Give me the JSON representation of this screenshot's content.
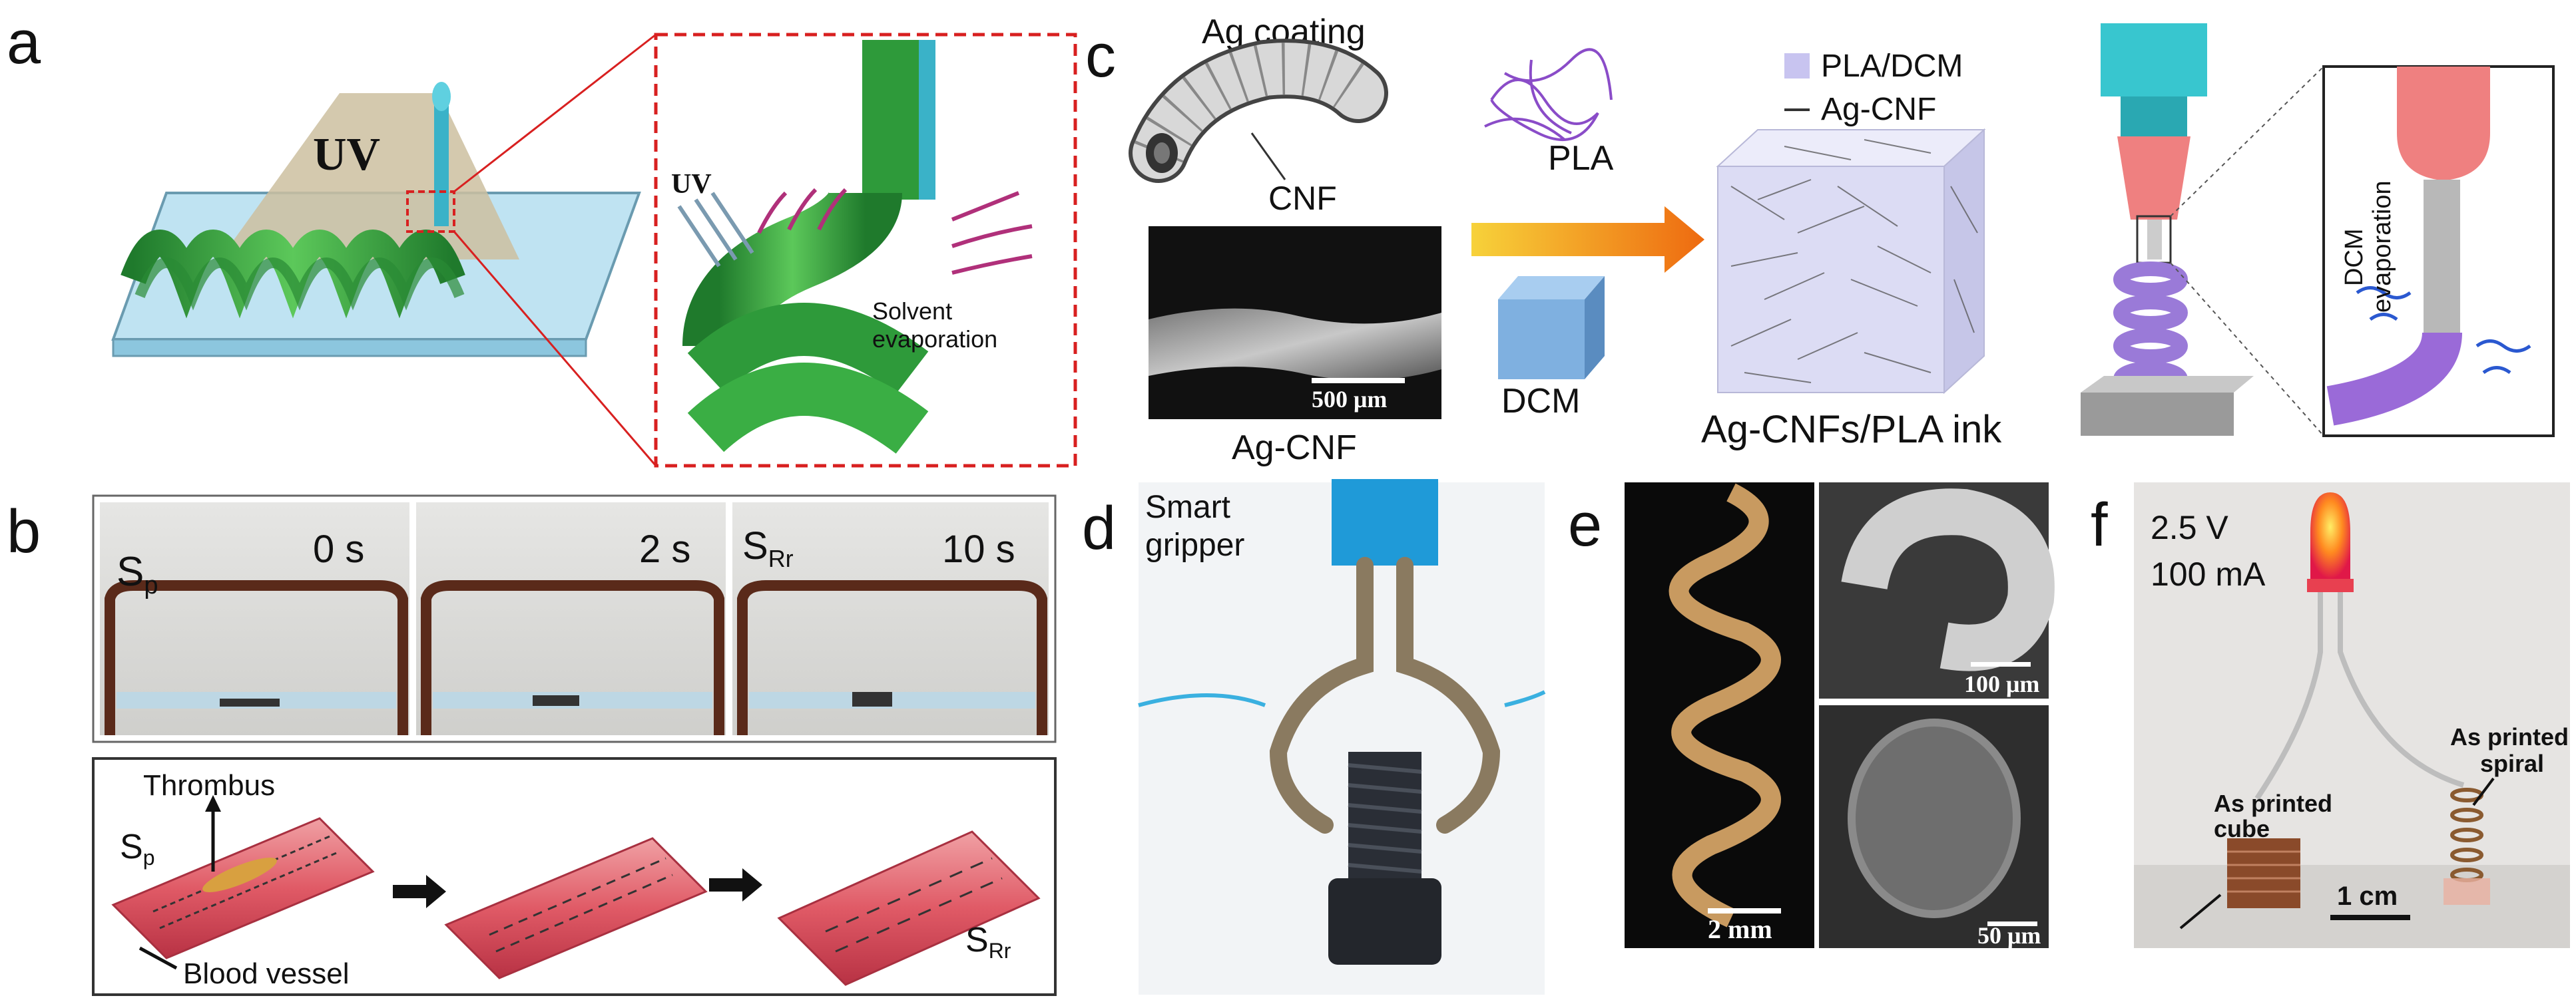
{
  "panel_labels": {
    "a": "a",
    "b": "b",
    "c": "c",
    "d": "d",
    "e": "e",
    "f": "f"
  },
  "panel_a": {
    "uv_big": "UV",
    "uv_small": "UV",
    "solvent_line1": "Solvent",
    "solvent_line2": "evaporation"
  },
  "panel_b": {
    "frame_labels": [
      "0 s",
      "2 s",
      "10 s"
    ],
    "sp_main": "S",
    "sp_sub": "p",
    "srr_main": "S",
    "srr_sub": "Rr",
    "thrombus": "Thrombus",
    "blood_vessel": "Blood vessel"
  },
  "panel_c": {
    "ag_coating": "Ag coating",
    "cnf": "CNF",
    "scale_500": "500 μm",
    "ag_cnf": "Ag-CNF",
    "pla": "PLA",
    "dcm": "DCM",
    "legend_pla_dcm": "PLA/DCM",
    "legend_ag_cnf": "Ag-CNF",
    "ink": "Ag-CNFs/PLA ink",
    "dcm_evap_line1": "DCM",
    "dcm_evap_line2": "evaporation"
  },
  "panel_d": {
    "title_line1": "Smart",
    "title_line2": "gripper"
  },
  "panel_e": {
    "scale_2mm": "2 mm",
    "scale_100": "100 μm",
    "scale_50": "50 μm"
  },
  "panel_f": {
    "voltage": "2.5 V",
    "current": "100 mA",
    "spiral_line1": "As printed",
    "spiral_line2": "spiral",
    "cube_line1": "As printed",
    "cube_line2": "cube",
    "scale_1cm": "1 cm"
  },
  "colors": {
    "green": "#2e9a3a",
    "vessel": "#e0606a",
    "cyan": "#38c6cf",
    "purple": "#9a7ad8",
    "orange": "#f08a18"
  }
}
